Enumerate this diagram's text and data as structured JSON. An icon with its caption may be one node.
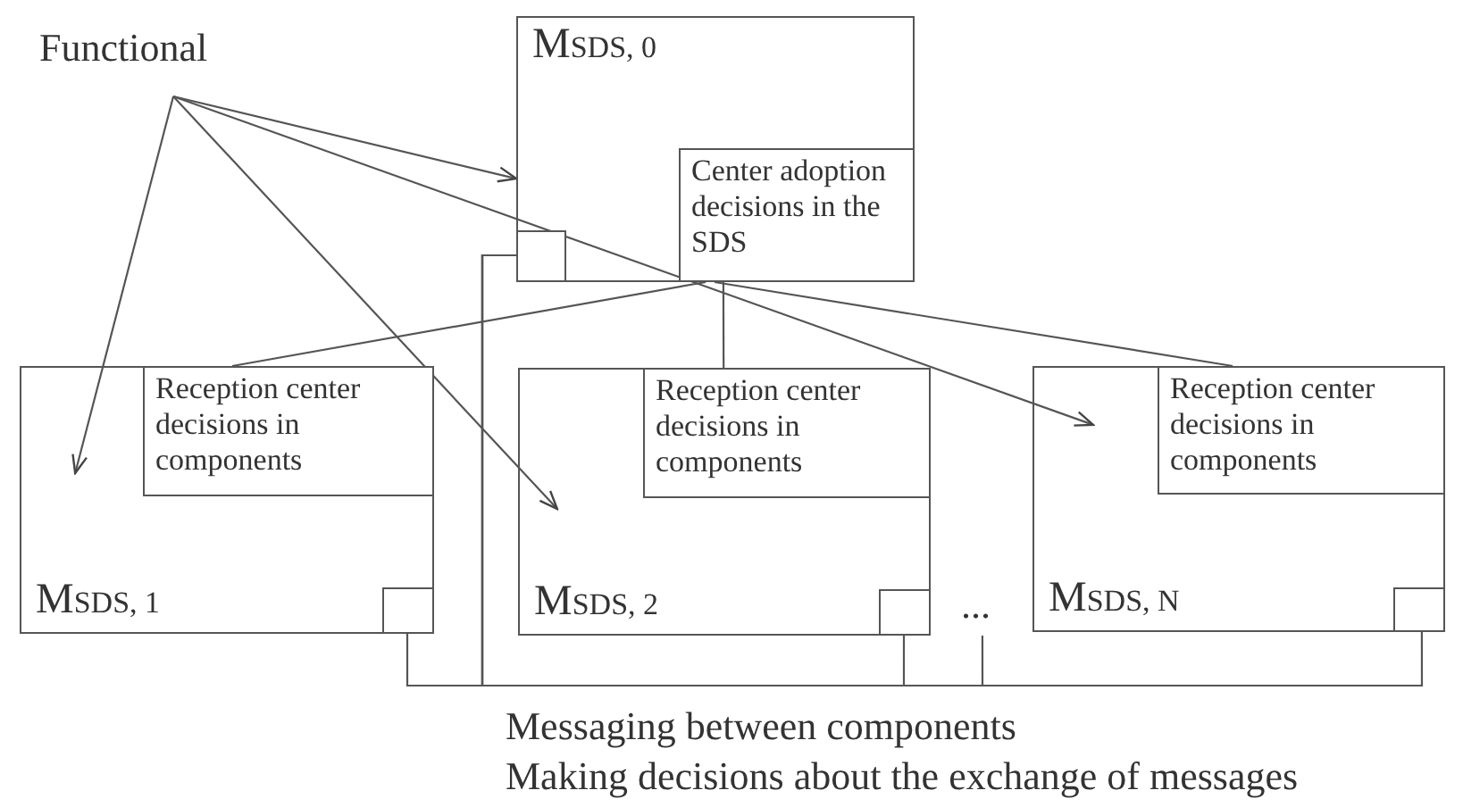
{
  "diagram": {
    "nodes": [
      {
        "text": [
          "Functional"
        ]
      },
      {
        "text": [
          "M$_{SDS, 0}$"
        ]
      },
      {
        "text": [
          "Center adoption decisions in the SDS"
        ],
        "in": 1
      },
      {
        "text": [],
        "shape": "box",
        "in": 1
      },
      {
        "text": [
          "M$_{SDS, 1}$"
        ]
      },
      {
        "text": [
          "Reception center decisions in components"
        ],
        "in": 4
      },
      {
        "text": [],
        "shape": "box",
        "in": 4
      },
      {
        "text": [
          "M$_{SDS, 2}$"
        ]
      },
      {
        "text": [
          "Reception center decisions in components"
        ],
        "in": 7
      },
      {
        "text": [],
        "shape": "box",
        "in": 7
      },
      {
        "text": [
          "M$_{SDS, N}$"
        ]
      },
      {
        "text": [
          "Reception center decisions in components"
        ],
        "in": 10
      },
      {
        "text": [],
        "shape": "box",
        "in": 10
      },
      {
        "text": [
          "..."
        ]
      }
    ],
    "edges": [
      {
        "from": 0,
        "to": 1,
        "arrow": "to"
      },
      {
        "from": 0,
        "to": 4,
        "arrow": "to"
      },
      {
        "from": 0,
        "to": 7,
        "arrow": "to"
      },
      {
        "from": 0,
        "to": 10,
        "arrow": "to"
      },
      {
        "from": 2,
        "to": 5,
        "arrow": "none"
      },
      {
        "from": 2,
        "to": 8,
        "arrow": "none"
      },
      {
        "from": 2,
        "to": 11,
        "arrow": "none"
      },
      {
        "from": 3,
        "to": 6,
        "arrow": "none"
      },
      {
        "from": 3,
        "to": 9,
        "arrow": "none"
      },
      {
        "from": 3,
        "to": 13,
        "arrow": "none"
      },
      {
        "from": 3,
        "to": 12,
        "arrow": "none"
      }
    ],
    "labels": [
      "Messaging between components",
      "Making decisions about the exchange of messages"
    ]
  }
}
